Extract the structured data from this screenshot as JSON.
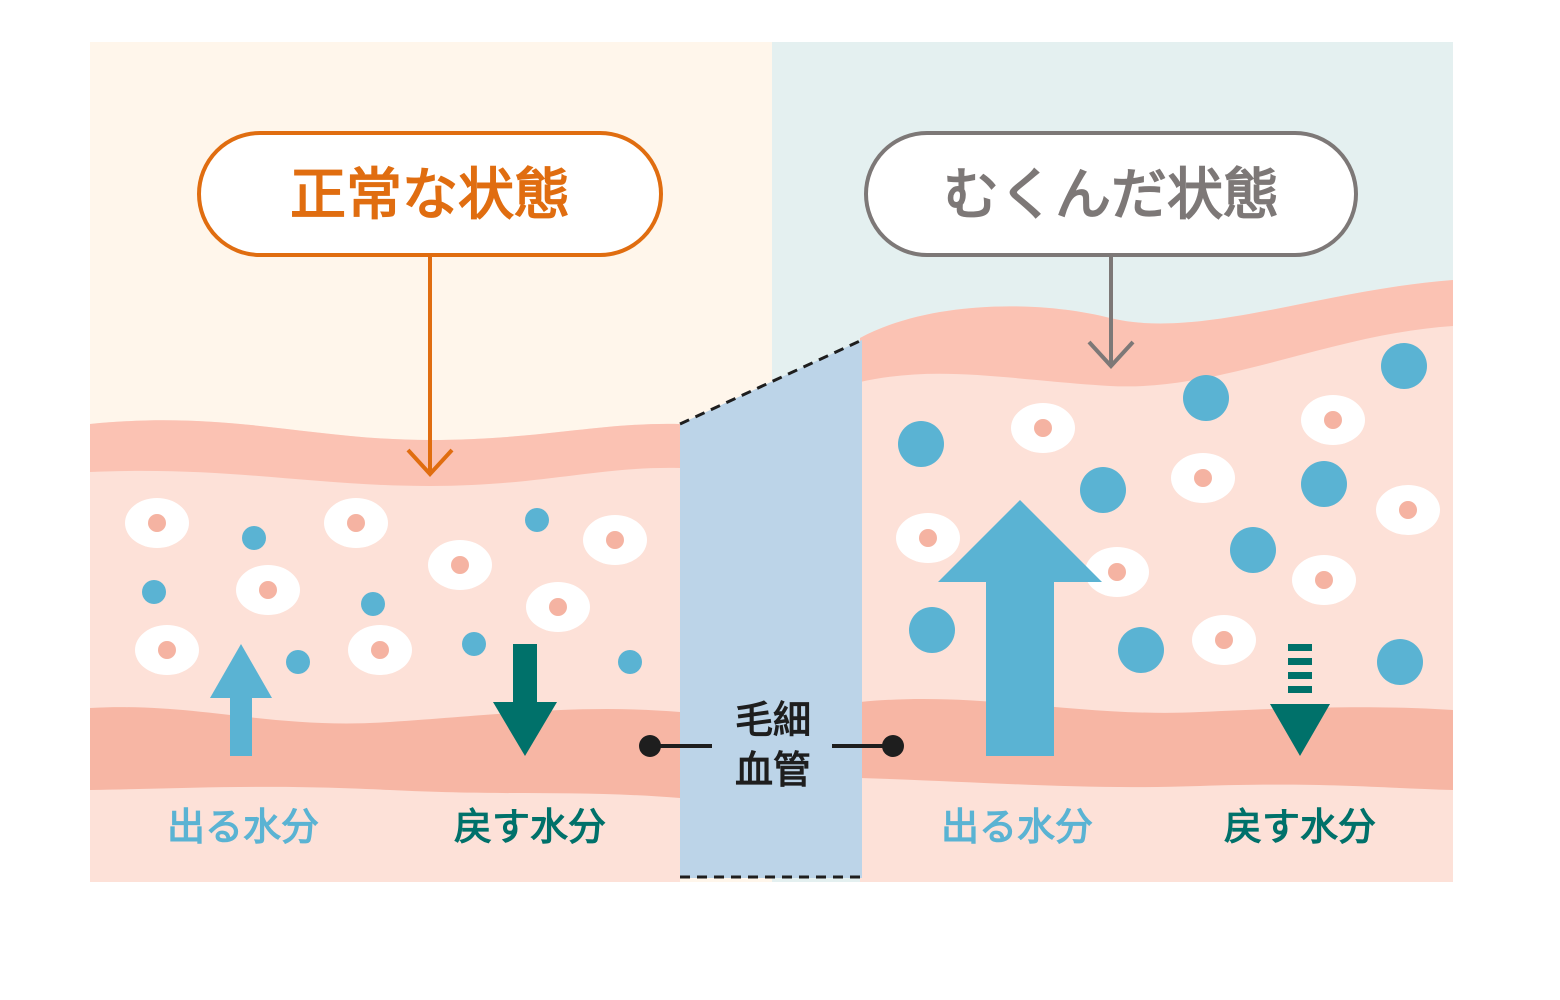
{
  "left_panel": {
    "title": "正常な状態",
    "outflow_label": "出る水分",
    "return_label": "戻す水分"
  },
  "right_panel": {
    "title": "むくんだ状態",
    "outflow_label": "出る水分",
    "return_label": "戻す水分"
  },
  "capillary": {
    "label_line1": "毛細",
    "label_line2": "血管"
  },
  "colors": {
    "left_background": "#fff6eb",
    "right_background": "#e4f0f0",
    "skin_band": "#fbc2b3",
    "tissue": "#fde1d8",
    "capillary": "#bcd4e8",
    "water": "#5ab3d3",
    "return_arrow": "#00716a",
    "normal_accent": "#e06d10",
    "swollen_accent": "#7d7877"
  }
}
